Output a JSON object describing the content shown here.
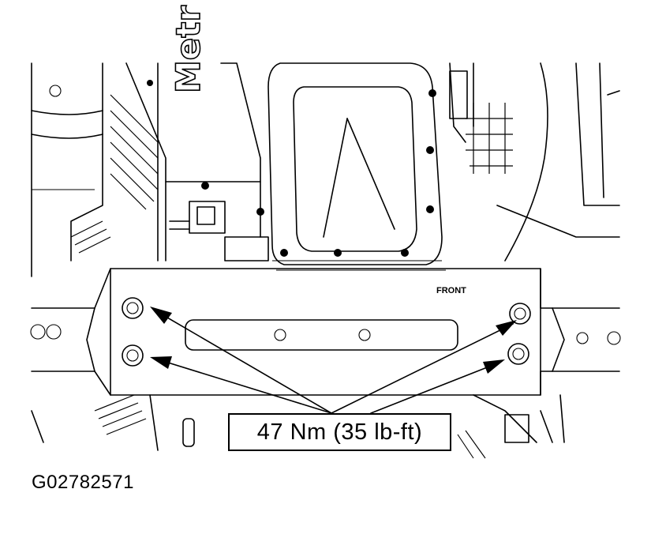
{
  "diagram": {
    "torque_spec": "47 Nm (35 lb-ft)",
    "figure_id": "G02782571",
    "front_marker": "FRONT",
    "casting_text": "Metr"
  }
}
